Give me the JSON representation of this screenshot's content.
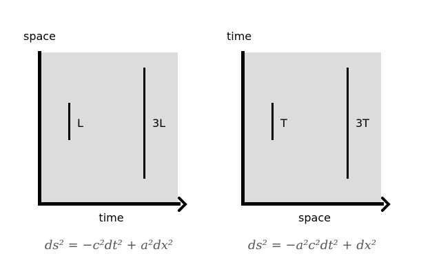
{
  "panels": [
    {
      "y_axis_label": "space",
      "x_axis_label": "time",
      "short_bar_label": "L",
      "long_bar_label": "3L",
      "equation": "ds² = −c²dt² + a²dx²"
    },
    {
      "y_axis_label": "time",
      "x_axis_label": "space",
      "short_bar_label": "T",
      "long_bar_label": "3T",
      "equation": "ds² = −a²c²dt² + dx²"
    }
  ],
  "colors": {
    "plot_background": "#dcdcdc",
    "axes": "#000000",
    "equation_text": "#555555"
  }
}
